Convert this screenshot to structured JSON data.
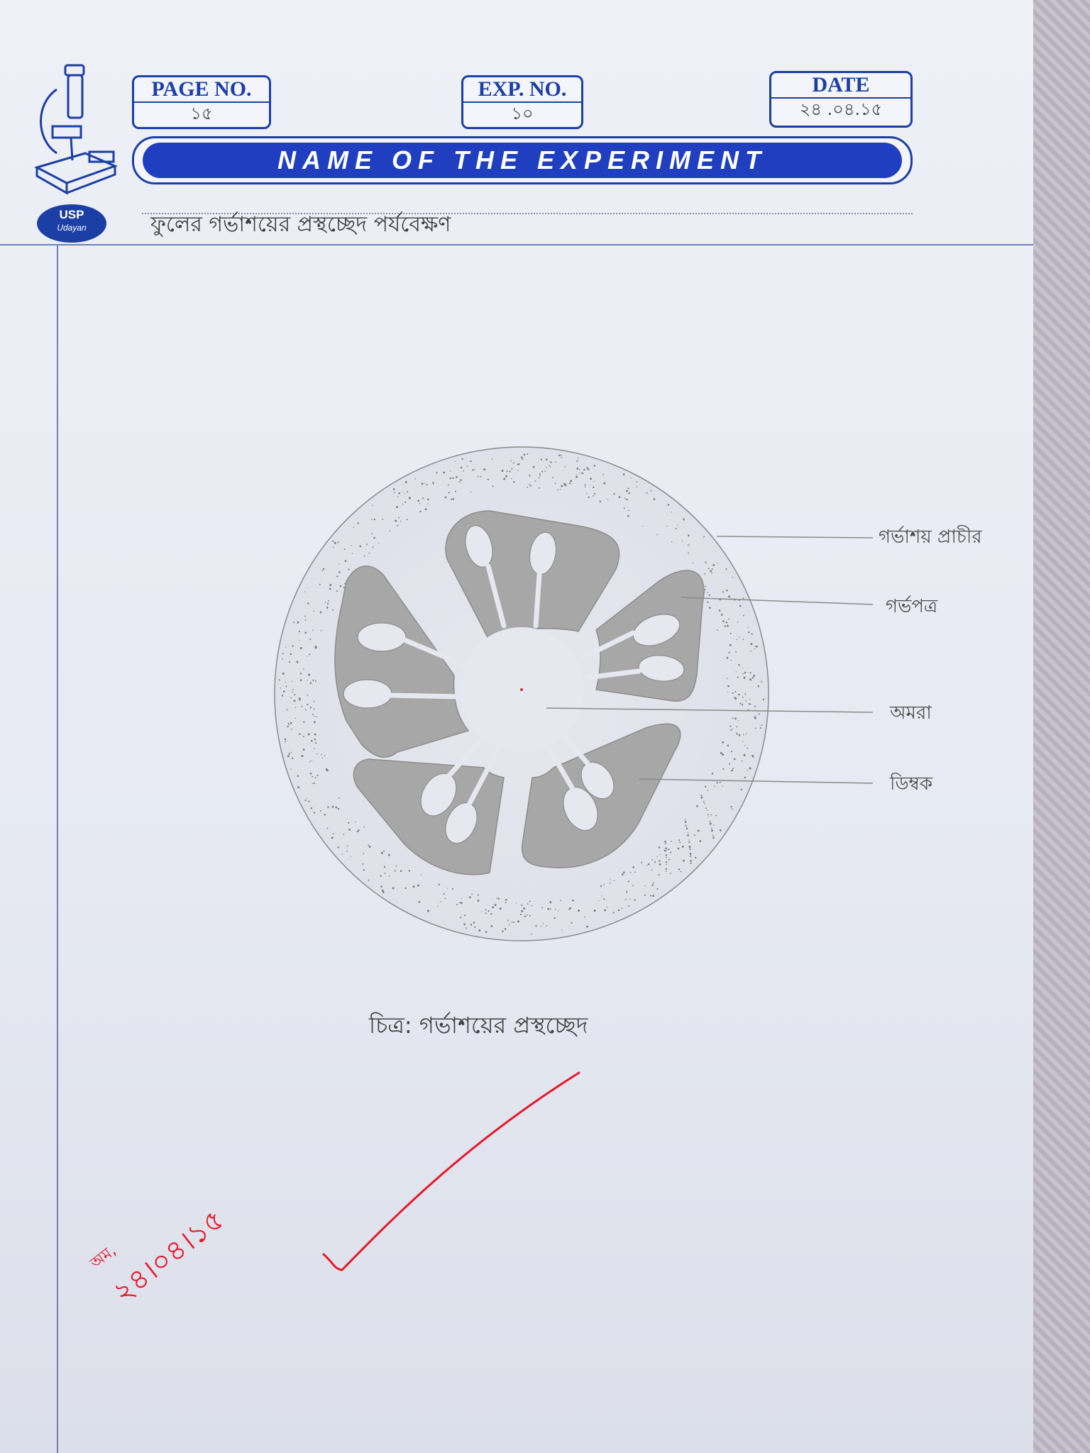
{
  "header": {
    "page_no": {
      "label": "PAGE NO.",
      "value": "১৫"
    },
    "exp_no": {
      "label": "EXP. NO.",
      "value": "১০"
    },
    "date": {
      "label": "DATE",
      "value": "২৪ .০৪.১৫"
    },
    "banner": "NAME OF THE EXPERIMENT",
    "logo": {
      "line1": "USP",
      "line2": "Udayan"
    },
    "experiment_name": "ফুলের গর্ভাশয়ের প্রস্থচ্ছেদ পর্যবেক্ষণ"
  },
  "diagram": {
    "labels": {
      "ovary_wall": "গর্ভাশয় প্রাচীর",
      "locule": "গর্ভপত্র",
      "axis": "অমরা",
      "ovule": "ডিম্বক"
    },
    "caption": "চিত্র: গর্ভাশয়ের প্রস্থচ্ছেদ"
  },
  "teacher_mark": {
    "note": "অম,",
    "date": "২৪।০৪।১৫",
    "check_icon": "red-check-mark-icon"
  },
  "colors": {
    "ink_blue": "#1c3fa6",
    "banner_blue": "#1f3fc0",
    "pencil_gray": "#a7a7a7",
    "red_ink": "#e5192b"
  }
}
